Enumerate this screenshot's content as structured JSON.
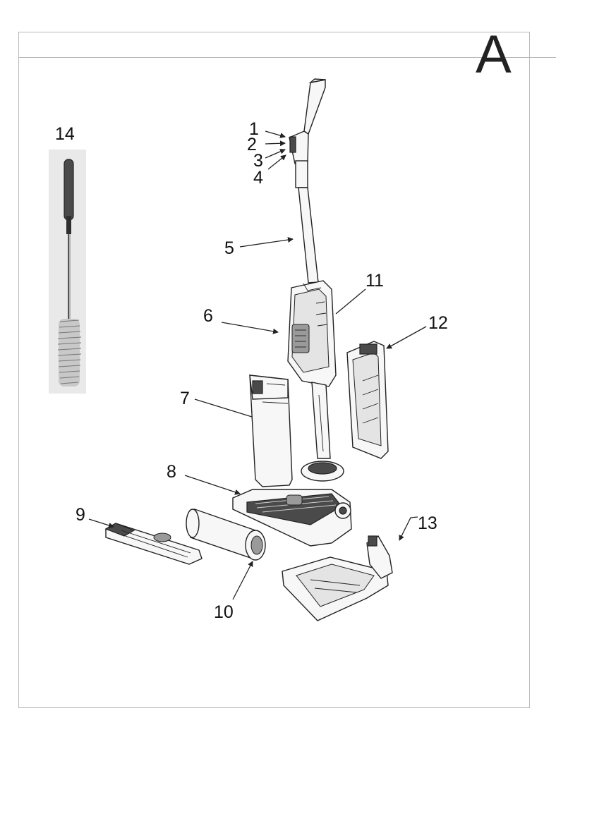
{
  "section_letter": "A",
  "callouts": {
    "c1": "1",
    "c2": "2",
    "c3": "3",
    "c4": "4",
    "c5": "5",
    "c6": "6",
    "c7": "7",
    "c8": "8",
    "c9": "9",
    "c10": "10",
    "c11": "11",
    "c12": "12",
    "c13": "13",
    "c14": "14"
  },
  "colors": {
    "line": "#222222",
    "frame": "#b8b8b8",
    "photo_bg": "#e9e9e9"
  }
}
